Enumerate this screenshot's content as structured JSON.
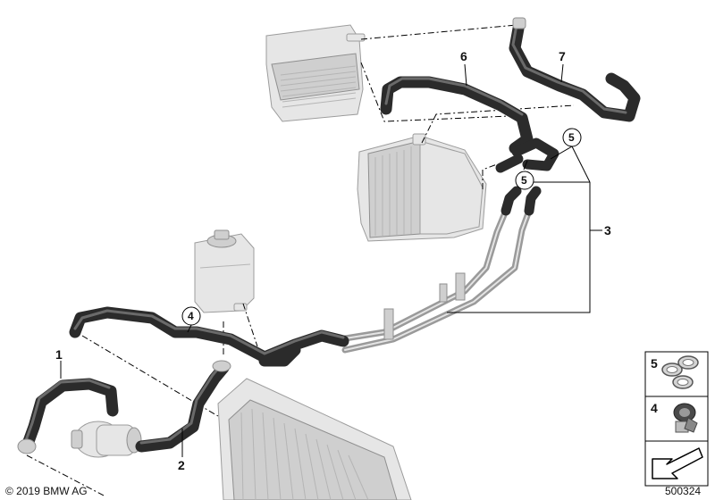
{
  "callouts": {
    "c1": "1",
    "c2": "2",
    "c3": "3",
    "c4": "4",
    "c5a": "5",
    "c5b": "5",
    "c6": "6",
    "c7": "7"
  },
  "legend": {
    "item5": {
      "number": "5",
      "icon": "hose-clamp-icon"
    },
    "item4": {
      "number": "4",
      "icon": "clip-holder-icon"
    },
    "arrow_icon": "direction-arrow-icon"
  },
  "footer": {
    "copyright": "© 2019 BMW AG",
    "diagram_id": "500324"
  }
}
